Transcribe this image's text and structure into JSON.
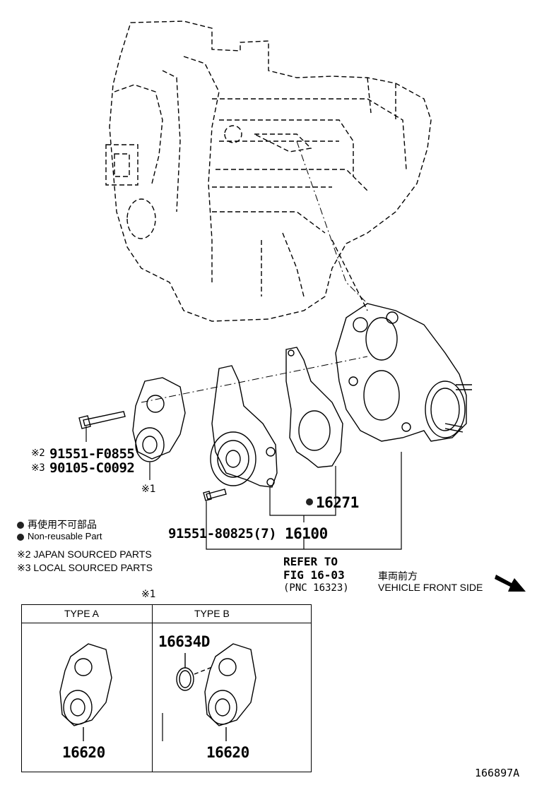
{
  "parts": {
    "p_91551_F0855": "91551-F0855",
    "p_90105_C0092": "90105-C0092",
    "mark_2": "※2",
    "mark_3": "※3",
    "mark_1": "※1",
    "p_16271": "16271",
    "p_91551_80825": "91551-80825(7)",
    "p_16100": "16100",
    "p_16634D": "16634D",
    "p_16620_a": "16620",
    "p_16620_b": "16620"
  },
  "legend": {
    "jp_nonreusable": "再使用不可部品",
    "en_nonreusable": "Non-reusable Part",
    "japan_sourced": "※2 JAPAN SOURCED PARTS",
    "local_sourced": "※3 LOCAL SOURCED PARTS"
  },
  "refer": {
    "line1": "REFER TO",
    "line2": "FIG 16-03",
    "line3": "(PNC 16323)"
  },
  "front": {
    "jp": "車両前方",
    "en": "VEHICLE FRONT SIDE"
  },
  "typebox": {
    "title_mark": "※1",
    "type_a": "TYPE A",
    "type_b": "TYPE B"
  },
  "figure_id": "166897A",
  "icons": [
    "non-reusable-dot-icon",
    "vehicle-front-arrow-icon"
  ]
}
